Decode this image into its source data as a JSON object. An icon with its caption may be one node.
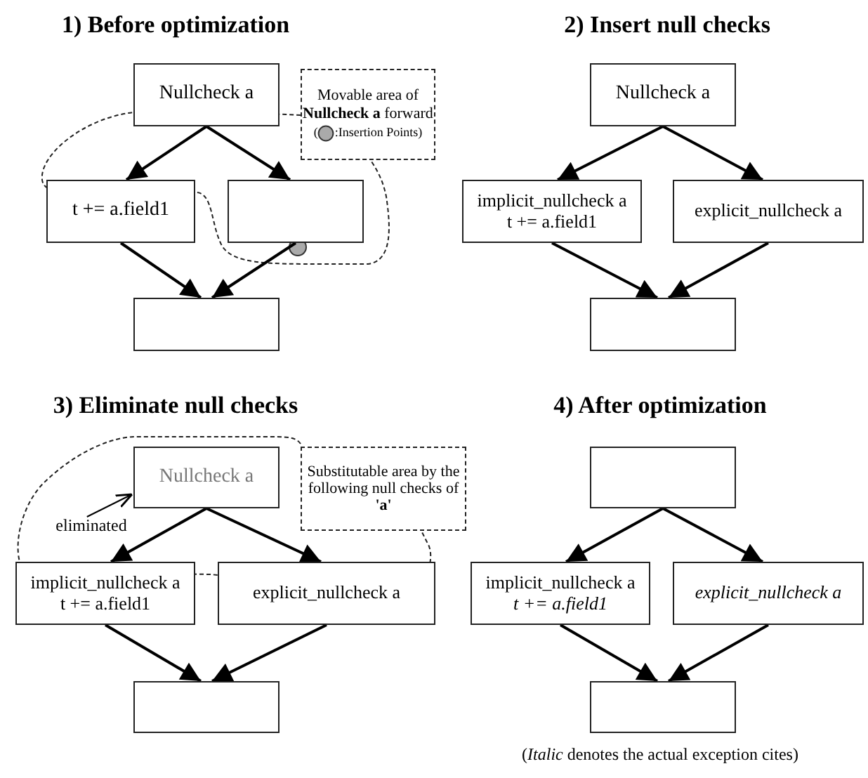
{
  "diagram": {
    "caption": "(*Italic* denotes the actual exception cites)",
    "nodes": [
      {
        "text": [
          "Nullcheck a"
        ]
      },
      {
        "text": [
          "t += a.field1"
        ]
      },
      {
        "text": [],
        "shape": "box"
      },
      {
        "text": [],
        "shape": "box"
      },
      {
        "text": [
          "Movable area of **Nullcheck a** forward",
          "(",
          ":Insertion Points)"
        ]
      },
      {
        "text": [
          "Nullcheck a"
        ]
      },
      {
        "text": [
          "implicit_nullcheck a",
          "t += a.field1"
        ]
      },
      {
        "text": [
          "explicit_nullcheck a"
        ]
      },
      {
        "text": [],
        "shape": "box"
      },
      {
        "text": [
          "Nullcheck a"
        ]
      },
      {
        "text": [
          "implicit_nullcheck a",
          "t += a.field1"
        ]
      },
      {
        "text": [
          "explicit_nullcheck a"
        ]
      },
      {
        "text": [],
        "shape": "box"
      },
      {
        "text": [
          "Substitutable area by the following null checks of **'a'**"
        ]
      },
      {
        "text": [
          "eliminated"
        ]
      },
      {
        "text": [],
        "shape": "box"
      },
      {
        "text": [
          "implicit_nullcheck a",
          "t += a.field1"
        ]
      },
      {
        "text": [
          "explicit_nullcheck a"
        ]
      },
      {
        "text": [],
        "shape": "box"
      }
    ],
    "edges": [
      {
        "from": 0,
        "to": 1,
        "arrow": "to"
      },
      {
        "from": 0,
        "to": 2,
        "arrow": "to"
      },
      {
        "from": 1,
        "to": 3,
        "arrow": "to"
      },
      {
        "from": 2,
        "to": 3,
        "arrow": "to"
      },
      {
        "from": 5,
        "to": 6,
        "arrow": "to"
      },
      {
        "from": 5,
        "to": 7,
        "arrow": "to"
      },
      {
        "from": 6,
        "to": 8,
        "arrow": "to"
      },
      {
        "from": 7,
        "to": 8,
        "arrow": "to"
      },
      {
        "from": 9,
        "to": 10,
        "arrow": "to"
      },
      {
        "from": 9,
        "to": 11,
        "arrow": "to"
      },
      {
        "from": 10,
        "to": 12,
        "arrow": "to"
      },
      {
        "from": 11,
        "to": 12,
        "arrow": "to"
      },
      {
        "from": 14,
        "to": 9,
        "arrow": "to"
      },
      {
        "from": 15,
        "to": 16,
        "arrow": "to"
      },
      {
        "from": 15,
        "to": 17,
        "arrow": "to"
      },
      {
        "from": 16,
        "to": 18,
        "arrow": "to"
      },
      {
        "from": 17,
        "to": 18,
        "arrow": "to"
      }
    ],
    "labels": [
      "1) Before optimization",
      "2) Insert null checks",
      "3) Eliminate null checks",
      "4) After optimization"
    ]
  }
}
